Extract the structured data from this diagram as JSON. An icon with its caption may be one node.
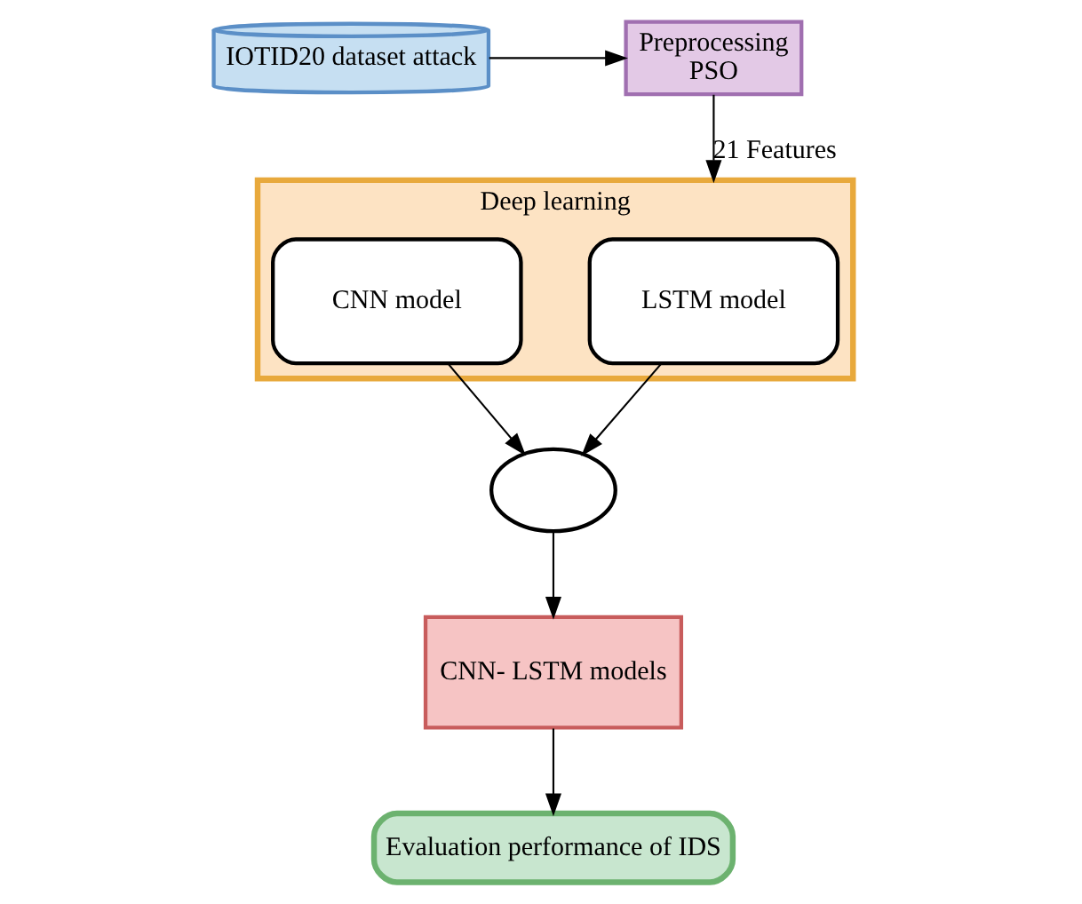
{
  "diagram": {
    "nodes": [
      {
        "text": [
          "IOTID20 dataset attack"
        ]
      },
      {
        "text": [
          "Preprocessing",
          "PSO"
        ]
      },
      {
        "text": [
          "Deep learning"
        ]
      },
      {
        "text": [
          "CNN model"
        ],
        "in": 2
      },
      {
        "text": [
          "LSTM model"
        ],
        "in": 2
      },
      {
        "text": [],
        "shape": "circle"
      },
      {
        "text": [
          "CNN- LSTM models"
        ]
      },
      {
        "text": [
          "Evaluation performance of IDS"
        ]
      }
    ],
    "edges": [
      {
        "from": 0,
        "to": 1,
        "arrow": "to"
      },
      {
        "from": 1,
        "to": 2,
        "arrow": "to",
        "label": "21 Features"
      },
      {
        "from": 3,
        "to": 5,
        "arrow": "to"
      },
      {
        "from": 4,
        "to": 5,
        "arrow": "to"
      },
      {
        "from": 5,
        "to": 6,
        "arrow": "to"
      },
      {
        "from": 6,
        "to": 7,
        "arrow": "to"
      }
    ]
  }
}
